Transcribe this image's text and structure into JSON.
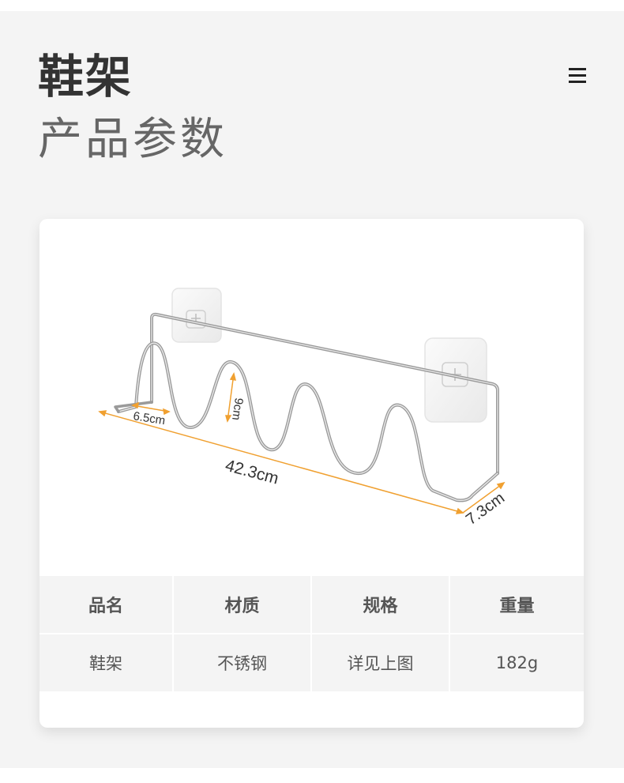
{
  "header": {
    "title": "鞋架",
    "subtitle": "产品参数"
  },
  "product_image": {
    "dimensions": {
      "width_label": "6.5cm",
      "height_label": "9cm",
      "length_label": "42.3cm",
      "depth_label": "7.3cm"
    },
    "colors": {
      "wire": "#9a9a9a",
      "dimension_line": "#f0a030"
    }
  },
  "spec_table": {
    "headers": [
      "品名",
      "材质",
      "规格",
      "重量"
    ],
    "values": [
      "鞋架",
      "不锈钢",
      "详见上图",
      "182g"
    ]
  }
}
